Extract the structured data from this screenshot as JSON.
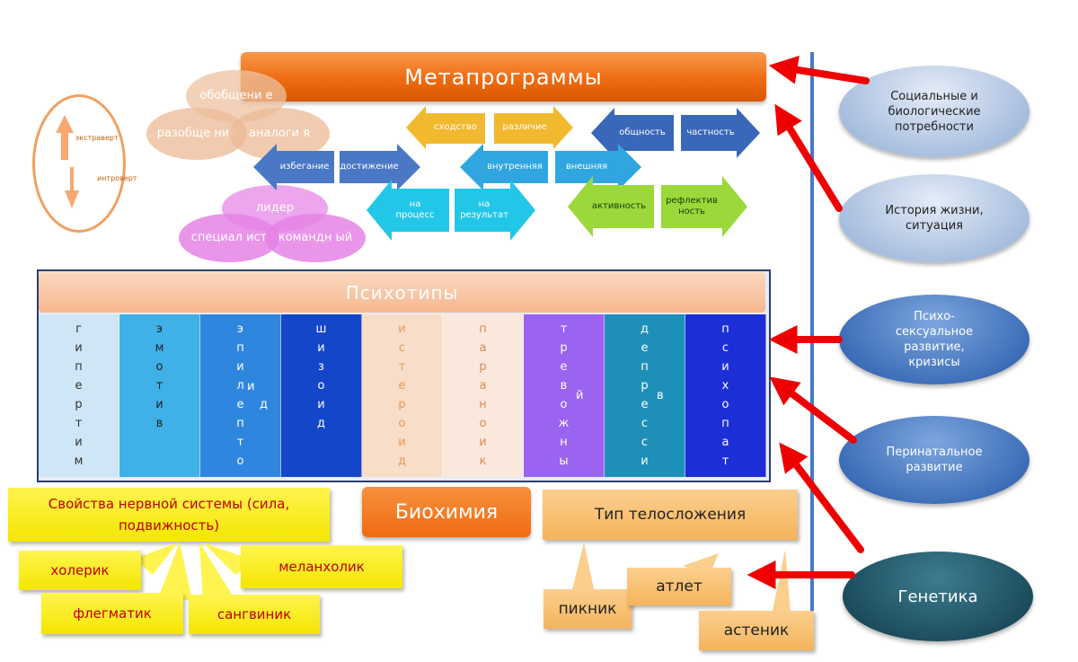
{
  "header": {
    "title": "Метапрограммы"
  },
  "extravert": {
    "top": "экстраверт",
    "bottom": "интроверт"
  },
  "circles_beige": [
    "обобщени е",
    "разобще ние",
    "аналоги я"
  ],
  "circles_pink": [
    "лидер",
    "специал ист",
    "командн ый"
  ],
  "arrows": [
    {
      "label": "сходство",
      "color": "#f2b92e"
    },
    {
      "label": "различие",
      "color": "#f2b92e"
    },
    {
      "label": "общность",
      "color": "#4a78c4"
    },
    {
      "label": "частность",
      "color": "#4a78c4"
    },
    {
      "label": "избегание",
      "color": "#4a78c4"
    },
    {
      "label": "достижение",
      "color": "#4a78c4"
    },
    {
      "label": "внутренняя",
      "color": "#2fa6e0"
    },
    {
      "label": "внешняя",
      "color": "#2fa6e0"
    },
    {
      "label": "на процесс",
      "color": "#22c7e8"
    },
    {
      "label": "на результат",
      "color": "#22c7e8"
    },
    {
      "label": "активность",
      "color": "#9bd83a"
    },
    {
      "label": "рефлектив ность",
      "color": "#9bd83a"
    }
  ],
  "right_factors": [
    "Социальные и биологические потребности",
    "История жизни, ситуация",
    "Психо- сексуальное развитие, кризисы",
    "Перинатальное развитие",
    "Генетика"
  ],
  "psychotypes": {
    "title": "Психотипы",
    "columns": [
      {
        "letters": [
          "г",
          "и",
          "п",
          "е",
          "р",
          "т",
          "и",
          "м"
        ],
        "extra": [],
        "bg": "#cfe6f6",
        "fg": "#333"
      },
      {
        "letters": [
          "э",
          "м",
          "о",
          "т",
          "и",
          "в"
        ],
        "extra": [],
        "bg": "#3fb1e6",
        "fg": "#222"
      },
      {
        "letters": [
          "э",
          "п",
          "и",
          "л",
          "е",
          "п",
          "т",
          "о"
        ],
        "extra": [
          "и",
          "д"
        ],
        "bg": "#2f86de",
        "fg": "#fff"
      },
      {
        "letters": [
          "ш",
          "и",
          "з",
          "о",
          "и",
          "д"
        ],
        "extra": [],
        "bg": "#1446c9",
        "fg": "#fff"
      },
      {
        "letters": [
          "и",
          "с",
          "т",
          "е",
          "р",
          "о",
          "и",
          "д"
        ],
        "extra": [],
        "bg": "#f8ddc8",
        "fg": "#e79a55"
      },
      {
        "letters": [
          "п",
          "а",
          "р",
          "а",
          "н",
          "о",
          "и",
          "к"
        ],
        "extra": [],
        "bg": "#fbe8dc",
        "fg": "#d8895a"
      },
      {
        "letters": [
          "т",
          "р",
          "е",
          "в",
          "о",
          "ж",
          "н",
          "ы"
        ],
        "extra": [
          "й"
        ],
        "bg": "#9a63f0",
        "fg": "#fff"
      },
      {
        "letters": [
          "д",
          "е",
          "п",
          "р",
          "е",
          "с",
          "с",
          "и"
        ],
        "extra": [
          "в"
        ],
        "bg": "#1e8fb8",
        "fg": "#fff"
      },
      {
        "letters": [
          "п",
          "с",
          "и",
          "х",
          "о",
          "п",
          "а",
          "т"
        ],
        "extra": [],
        "bg": "#1c2ed6",
        "fg": "#fff"
      }
    ]
  },
  "nervous": {
    "title": "Свойства нервной системы (сила, подвижность)",
    "types": [
      "холерик",
      "меланхолик",
      "флегматик",
      "сангвиник"
    ]
  },
  "biochem": "Биохимия",
  "body": {
    "title": "Тип телосложения",
    "types": [
      "пикник",
      "атлет",
      "астеник"
    ]
  }
}
